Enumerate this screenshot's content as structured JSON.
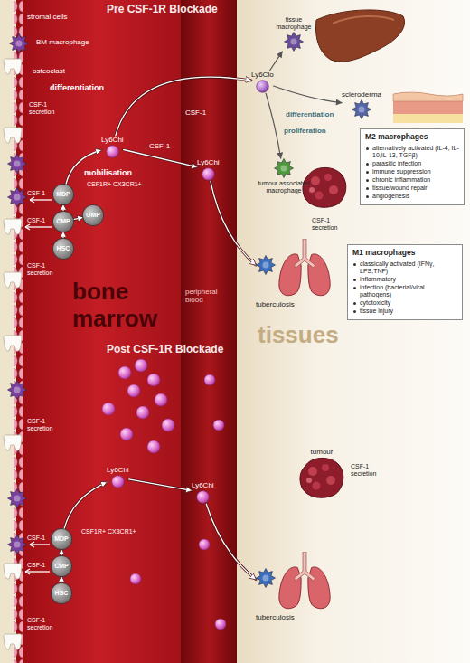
{
  "diagram": {
    "nodes": [
      {
        "text": [
          "MDP"
        ]
      },
      {
        "text": [
          "CMP"
        ]
      },
      {
        "text": [
          "GMP"
        ]
      },
      {
        "text": [
          "HSC"
        ]
      },
      {
        "text": [
          "Ly6Chi"
        ]
      },
      {
        "text": [
          "Ly6Chi"
        ]
      },
      {
        "text": [
          "Ly6Clo"
        ]
      },
      {
        "text": [
          "tissue macrophage"
        ]
      },
      {
        "text": [
          "scleroderma"
        ]
      },
      {
        "text": [
          "tumour associated macrophage"
        ]
      },
      {
        "text": [
          "tuberculosis"
        ]
      },
      {
        "text": [
          "M2 macrophages",
          "alternatively activated (IL-4, IL-10,IL-13, TGFβ)",
          "parasitic infection",
          "immune suppression",
          "chronic inflammation",
          "tissue/wound repair",
          "angiogenesis"
        ]
      },
      {
        "text": [
          "M1 macrophages",
          "classically activated (IFNγ, LPS,TNF)",
          "inflammatory",
          "infection (bacterial/viral pathogens)",
          "cytotoxicity",
          "tissue injury"
        ]
      },
      {
        "text": [
          "MDP"
        ]
      },
      {
        "text": [
          "CMP"
        ]
      },
      {
        "text": [
          "HSC"
        ]
      },
      {
        "text": [
          "Ly6Chi"
        ]
      },
      {
        "text": [
          "Ly6Chi"
        ]
      },
      {
        "text": [
          "tumour"
        ]
      },
      {
        "text": [
          "tuberculosis"
        ]
      }
    ],
    "edges": [
      {
        "from": 3,
        "to": 1,
        "arrow": "to"
      },
      {
        "from": 1,
        "to": 0,
        "arrow": "to"
      },
      {
        "from": 1,
        "to": 2,
        "arrow": "to"
      },
      {
        "from": 0,
        "to": 4,
        "label": "mobilisation",
        "arrow": "to"
      },
      {
        "from": 4,
        "to": 6,
        "label": "differentiation",
        "arrow": "to"
      },
      {
        "from": 4,
        "to": 5,
        "label": "CSF-1",
        "arrow": "to"
      },
      {
        "from": 6,
        "to": 7,
        "arrow": "to"
      },
      {
        "from": 6,
        "to": 8,
        "label": "differentiation",
        "arrow": "to"
      },
      {
        "from": 6,
        "to": 9,
        "label": "proliferation",
        "arrow": "to"
      },
      {
        "from": 5,
        "to": 10,
        "arrow": "to"
      },
      {
        "from": 15,
        "to": 14,
        "arrow": "to"
      },
      {
        "from": 14,
        "to": 13,
        "arrow": "to"
      },
      {
        "from": 13,
        "to": 16,
        "arrow": "to"
      },
      {
        "from": 16,
        "to": 17,
        "arrow": "to"
      },
      {
        "from": 17,
        "to": 19,
        "arrow": "to"
      }
    ],
    "labels": [
      "Pre CSF-1R Blockade",
      "stromal cells",
      "BM macrophage",
      "osteoclast",
      "CSF-1 secretion",
      "CSF-1",
      "CSF-1",
      "CSF-1",
      "CSF1R+ CX3CR1+",
      "CSF-1 secretion",
      "CSF-1 secretion",
      "bone marrow",
      "peripheral blood",
      "tissues",
      "Post CSF-1R Blockade",
      "CSF-1 secretion",
      "CSF1R+ CX3CR1+",
      "CSF-1",
      "CSF-1",
      "CSF-1 secretion",
      "CSF-1 secretion"
    ]
  }
}
